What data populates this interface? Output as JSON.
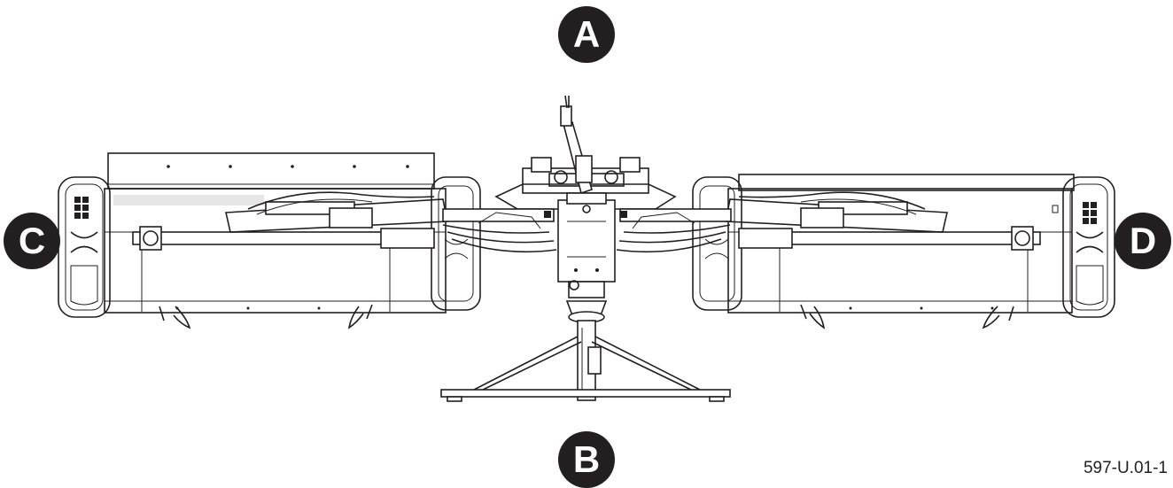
{
  "labels": {
    "top": "A",
    "bottom": "B",
    "left": "C",
    "right": "D"
  },
  "figure_id": "597-U.01-1",
  "colors": {
    "line": "#231f20",
    "background": "#ffffff"
  }
}
